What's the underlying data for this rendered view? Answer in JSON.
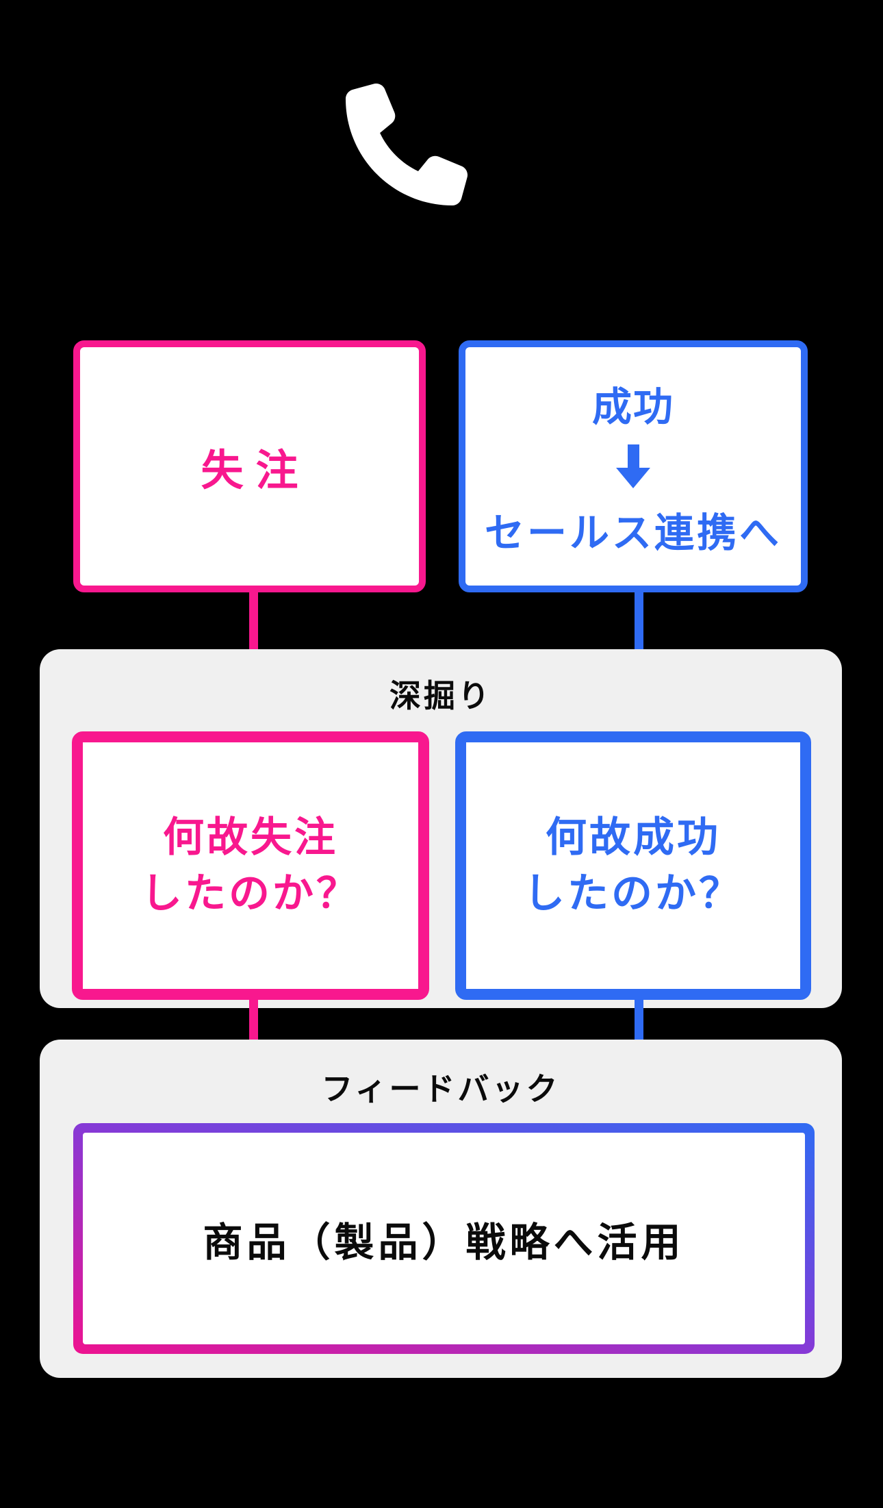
{
  "page": {
    "background_color": "#000000"
  },
  "colors": {
    "pink_accent": "#F8188E",
    "blue_accent": "#2F6BF3",
    "section_background": "#F0F0F0",
    "text_black": "#0B0B0B",
    "phone_icon_white": "#FFFFFF",
    "strategy_border_gradient": [
      "#EE128F",
      "#8639D6",
      "#2F6BF3"
    ]
  },
  "icons": {
    "phone": "phone-receiver"
  },
  "row1": {
    "lost": {
      "label": "失注"
    },
    "success": {
      "title": "成功",
      "subtitle": "セールス連携へ"
    }
  },
  "deep_dive": {
    "title": "深掘り",
    "why_lost": {
      "line1": "何故失注",
      "line2": "したのか？"
    },
    "why_success": {
      "line1": "何故成功",
      "line2": "したのか？"
    }
  },
  "feedback": {
    "title": "フィードバック",
    "strategy": {
      "label": "商品（製品）戦略へ活用"
    }
  }
}
